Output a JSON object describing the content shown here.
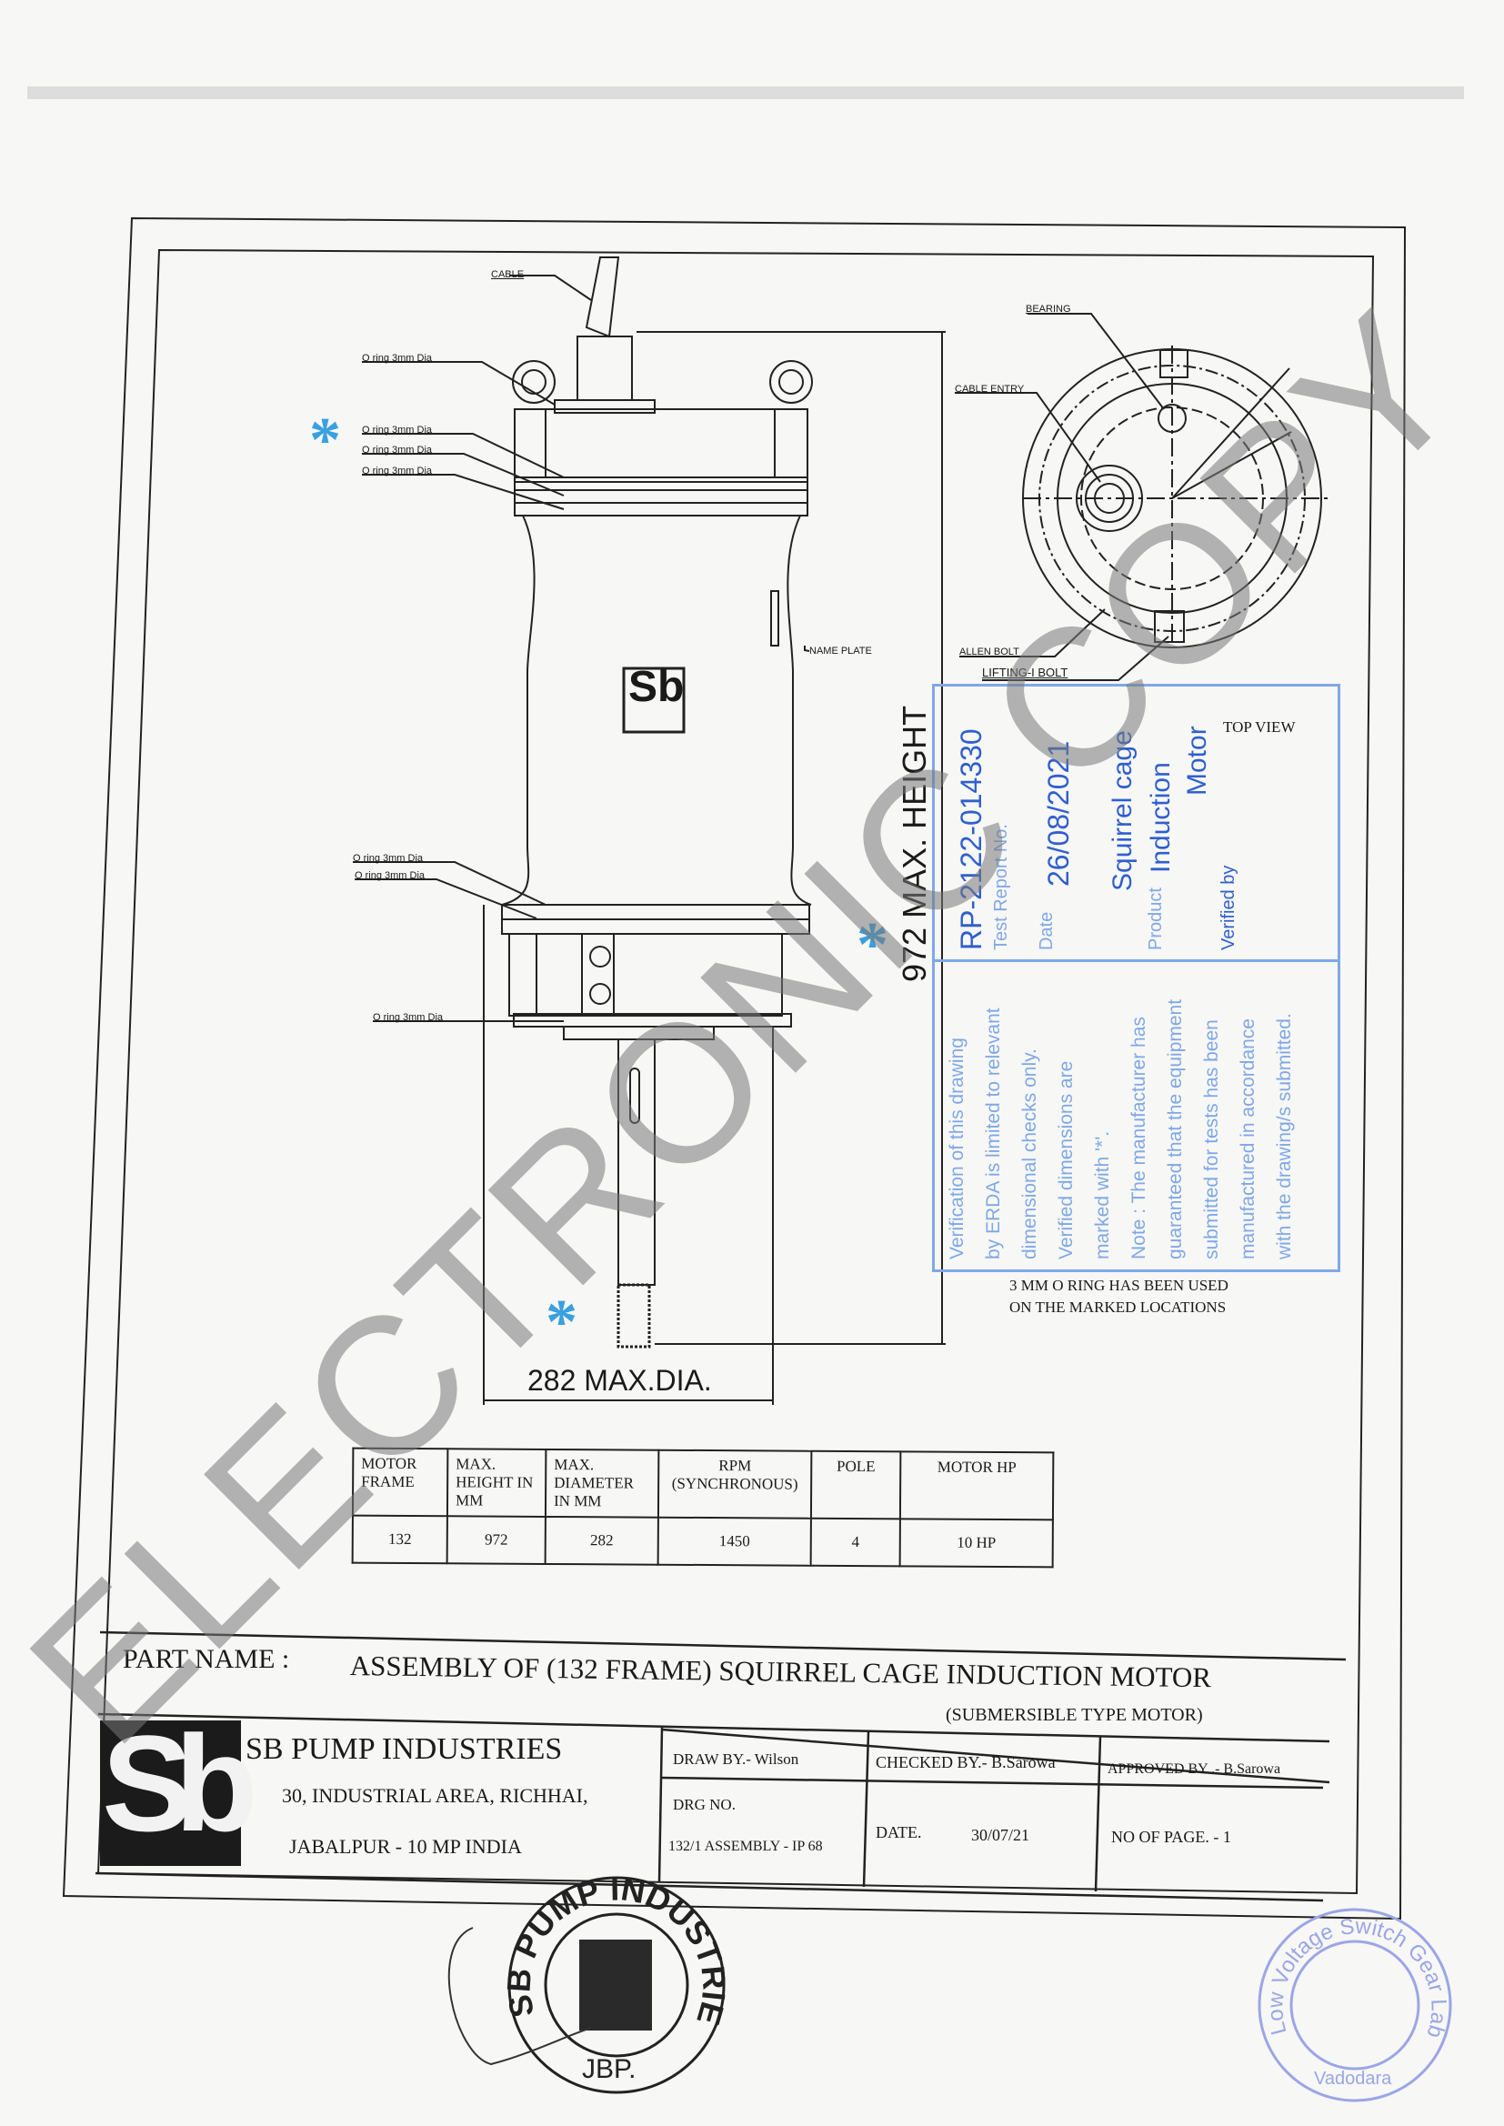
{
  "drawing": {
    "labels": {
      "cable": "CABLE",
      "oring": "O ring 3mm Dia",
      "name_plate": "NAME PLATE",
      "bearing": "BEARING",
      "cable_entry": "CABLE ENTRY",
      "allen_bolt": "ALLEN BOLT",
      "lifting_bolt": "LIFTING-I BOLT",
      "top_view": "TOP VIEW"
    },
    "height_dim": "972 MAX. HEIGHT",
    "dia_dim": "282 MAX.DIA.",
    "oring_note_line1": "3 MM O RING HAS BEEN USED",
    "oring_note_line2": "ON THE MARKED LOCATIONS",
    "marker_symbol": "*",
    "marker_color": "#3aa0e0"
  },
  "spec_table": {
    "headers": [
      "MOTOR FRAME",
      "MAX. HEIGHT IN MM",
      "MAX. DIAMETER IN MM",
      "RPM (SYNCHRONOUS)",
      "POLE",
      "MOTOR HP"
    ],
    "values": [
      "132",
      "972",
      "282",
      "1450",
      "4",
      "10 HP"
    ]
  },
  "title_block": {
    "part_name_label": "PART NAME :",
    "part_name": "ASSEMBLY OF (132 FRAME)  SQUIRREL CAGE INDUCTION MOTOR",
    "part_subtitle": "(SUBMERSIBLE TYPE  MOTOR)",
    "company": "SB PUMP INDUSTRIES",
    "address1": "30, INDUSTRIAL AREA, RICHHAI,",
    "address2": "JABALPUR - 10 MP INDIA",
    "drawn_by": "DRAW BY.- Wilson",
    "checked_by": "CHECKED BY.- B.Sarowa",
    "approved_by": "APPROVED BY .- B.Sarowa",
    "drg_no_label": "DRG NO.",
    "drg_no": "132/1 ASSEMBLY - IP 68",
    "date_label": "DATE.",
    "date": "30/07/21",
    "pages": "NO OF PAGE. - 1",
    "logo_text": "Sb"
  },
  "verification_stamp": {
    "report_no": "RP-2122-014330",
    "report_label": "Test Report No.",
    "date_label": "Date",
    "date": "26/08/2021",
    "product_label": "Product",
    "product_line1": "Squirrel cage",
    "product_line2": "Induction",
    "product_line3": "Motor",
    "verified_label": "Verified by",
    "note_lines": [
      "Verification of this drawing",
      "by ERDA is limited to relevant",
      "dimensional checks only.",
      "Verified dimensions are",
      "marked with '*'.",
      "Note : The manufacturer has",
      "guaranteed that the equipment",
      "submitted for tests has been",
      "manufactured in accordance",
      "with the drawing/s submitted."
    ],
    "color": "#2f5fd0"
  },
  "seals": {
    "company_seal_text": "SB PUMP INDUSTRIES",
    "company_seal_city": "JBP.",
    "lab_seal_text": "Low Voltage Switch Gear Lab",
    "lab_seal_city": "Vadodara"
  },
  "watermark": "ELECTRONIC COPY"
}
